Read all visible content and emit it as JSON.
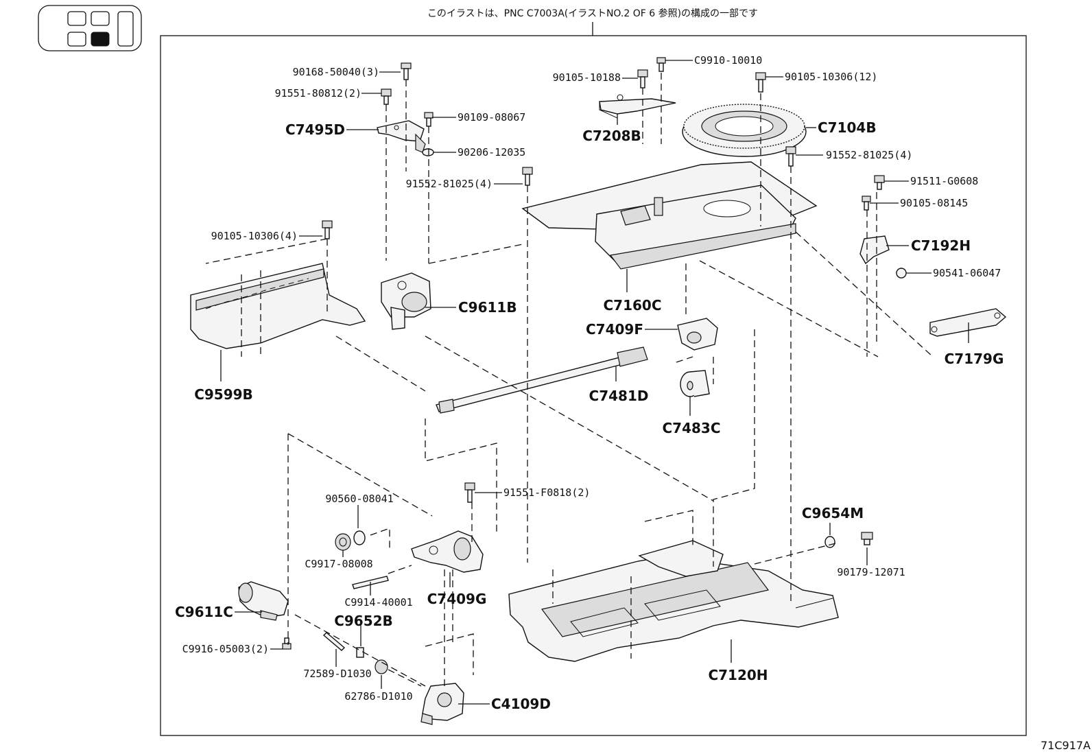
{
  "header_note": "このイラストは、PNC C7003A(イラストNO.2 OF 6 参照)の構成の一部です",
  "figure_id": "71C917A",
  "callouts": [
    {
      "key": "c1",
      "text": "90168-50040(3)"
    },
    {
      "key": "c2",
      "text": "91551-80812(2)"
    },
    {
      "key": "c3",
      "text": "C7495D"
    },
    {
      "key": "c4",
      "text": "90109-08067"
    },
    {
      "key": "c5",
      "text": "90206-12035"
    },
    {
      "key": "c6",
      "text": "91552-81025(4)"
    },
    {
      "key": "c7",
      "text": "90105-10306(4)"
    },
    {
      "key": "c8",
      "text": "C9611B"
    },
    {
      "key": "c9",
      "text": "C9599B"
    },
    {
      "key": "c10",
      "text": "90105-10188"
    },
    {
      "key": "c11",
      "text": "C9910-10010"
    },
    {
      "key": "c12",
      "text": "90105-10306(12)"
    },
    {
      "key": "c13",
      "text": "C7208B"
    },
    {
      "key": "c14",
      "text": "C7104B"
    },
    {
      "key": "c15",
      "text": "91552-81025(4)"
    },
    {
      "key": "c16",
      "text": "91511-G0608"
    },
    {
      "key": "c17",
      "text": "90105-08145"
    },
    {
      "key": "c18",
      "text": "C7192H"
    },
    {
      "key": "c19",
      "text": "90541-06047"
    },
    {
      "key": "c20",
      "text": "C7179G"
    },
    {
      "key": "c21",
      "text": "C7160C"
    },
    {
      "key": "c22",
      "text": "C7409F"
    },
    {
      "key": "c23",
      "text": "C7481D"
    },
    {
      "key": "c24",
      "text": "C7483C"
    },
    {
      "key": "c25",
      "text": "91551-F0818(2)"
    },
    {
      "key": "c26",
      "text": "90560-08041"
    },
    {
      "key": "c27",
      "text": "C9917-08008"
    },
    {
      "key": "c28",
      "text": "C9914-40001"
    },
    {
      "key": "c29",
      "text": "C7409G"
    },
    {
      "key": "c30",
      "text": "C9652B"
    },
    {
      "key": "c31",
      "text": "C9611C"
    },
    {
      "key": "c32",
      "text": "C9916-05003(2)"
    },
    {
      "key": "c33",
      "text": "72589-D1030"
    },
    {
      "key": "c34",
      "text": "62786-D1010"
    },
    {
      "key": "c35",
      "text": "C4109D"
    },
    {
      "key": "c36",
      "text": "C9654M"
    },
    {
      "key": "c37",
      "text": "90179-12071"
    },
    {
      "key": "c38",
      "text": "C7120H"
    }
  ]
}
